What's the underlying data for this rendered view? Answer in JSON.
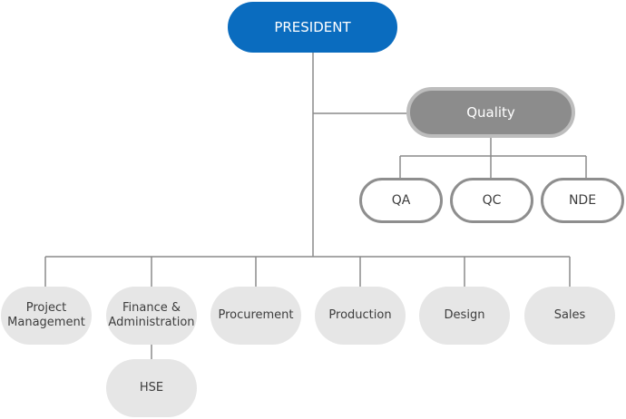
{
  "chart": {
    "president": "PRESIDENT",
    "quality": "Quality",
    "quality_units": [
      "QA",
      "QC",
      "NDE"
    ],
    "departments": [
      "Project\nManagement",
      "Finance &\nAdministration",
      "Procurement",
      "Production",
      "Design",
      "Sales"
    ],
    "hse": "HSE"
  },
  "colors": {
    "president_fill": "#0a6cbf",
    "quality_fill": "#8c8c8c",
    "quality_border": "#bdbdbd",
    "sub_border": "#8e8e8e",
    "dept_fill": "#e6e6e6",
    "line": "#8a8a8a"
  }
}
